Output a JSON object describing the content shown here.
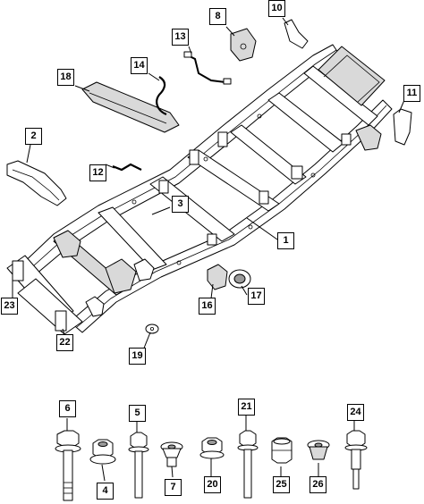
{
  "callouts": {
    "c1": "1",
    "c2": "2",
    "c3": "3",
    "c4": "4",
    "c5": "5",
    "c6": "6",
    "c7": "7",
    "c8": "8",
    "c10": "10",
    "c11": "11",
    "c12": "12",
    "c13": "13",
    "c14": "14",
    "c16": "16",
    "c17": "17",
    "c18": "18",
    "c19": "19",
    "c20": "20",
    "c21": "21",
    "c22": "22",
    "c23": "23",
    "c24": "24",
    "c25": "25",
    "c26": "26"
  }
}
